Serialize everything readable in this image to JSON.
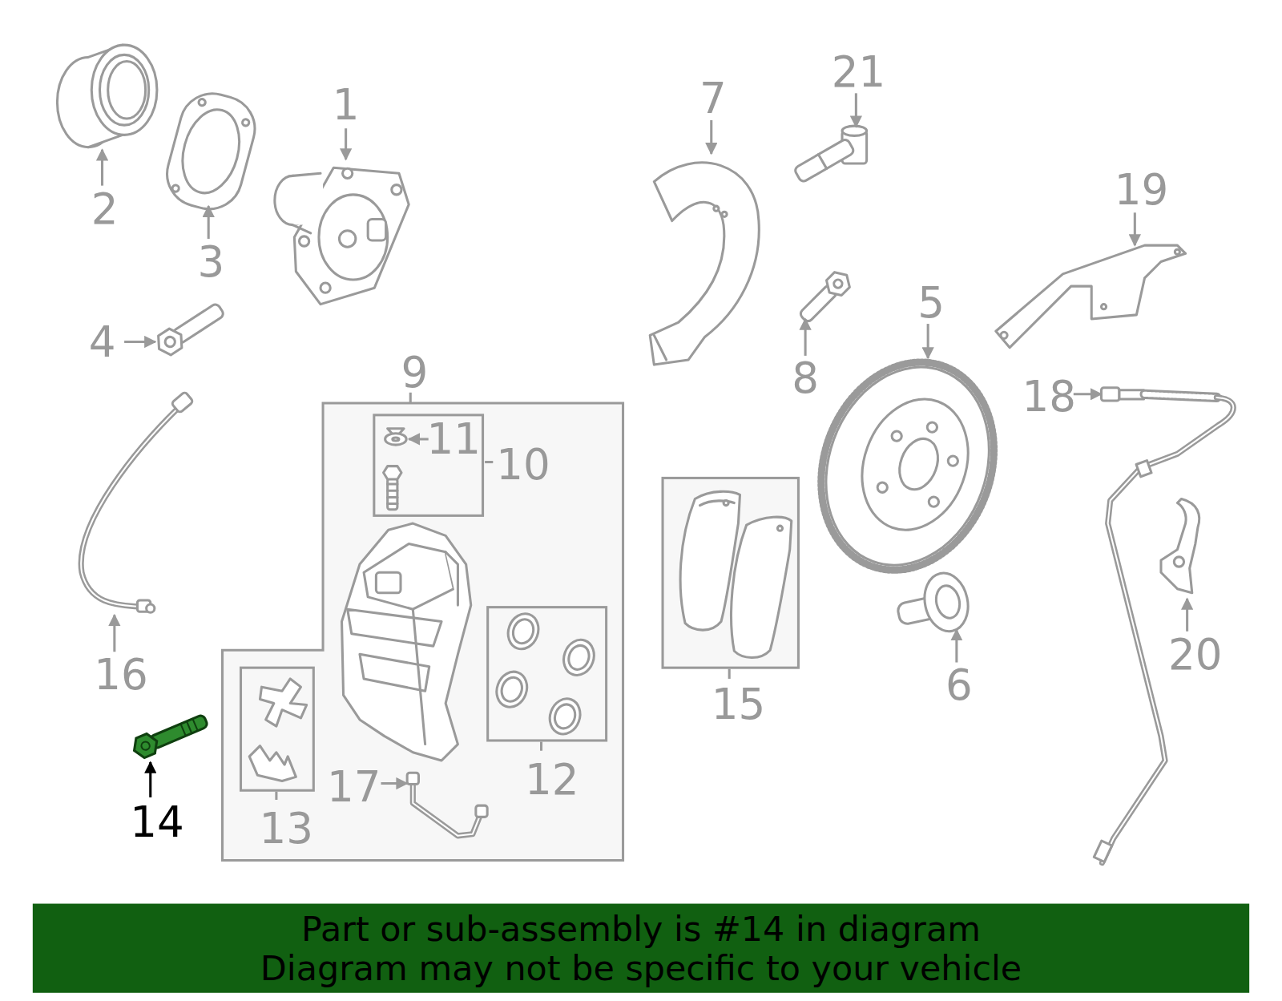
{
  "diagram": {
    "nodes": [
      {
        "text": [
          "9"
        ]
      },
      {
        "text": [
          "10"
        ],
        "in": 0
      },
      {
        "text": [
          "13"
        ],
        "in": 0
      },
      {
        "text": [
          "12"
        ],
        "in": 0
      },
      {
        "text": [
          "15"
        ]
      },
      {
        "text": [
          "Part or sub-assembly is #14 in diagram",
          "Diagram may not be specific to your vehicle"
        ]
      }
    ],
    "labels": [
      "1",
      "2",
      "3",
      "4",
      "5",
      "6",
      "7",
      "8",
      "11",
      "14",
      "16",
      "17",
      "18",
      "19",
      "20",
      "21"
    ]
  }
}
